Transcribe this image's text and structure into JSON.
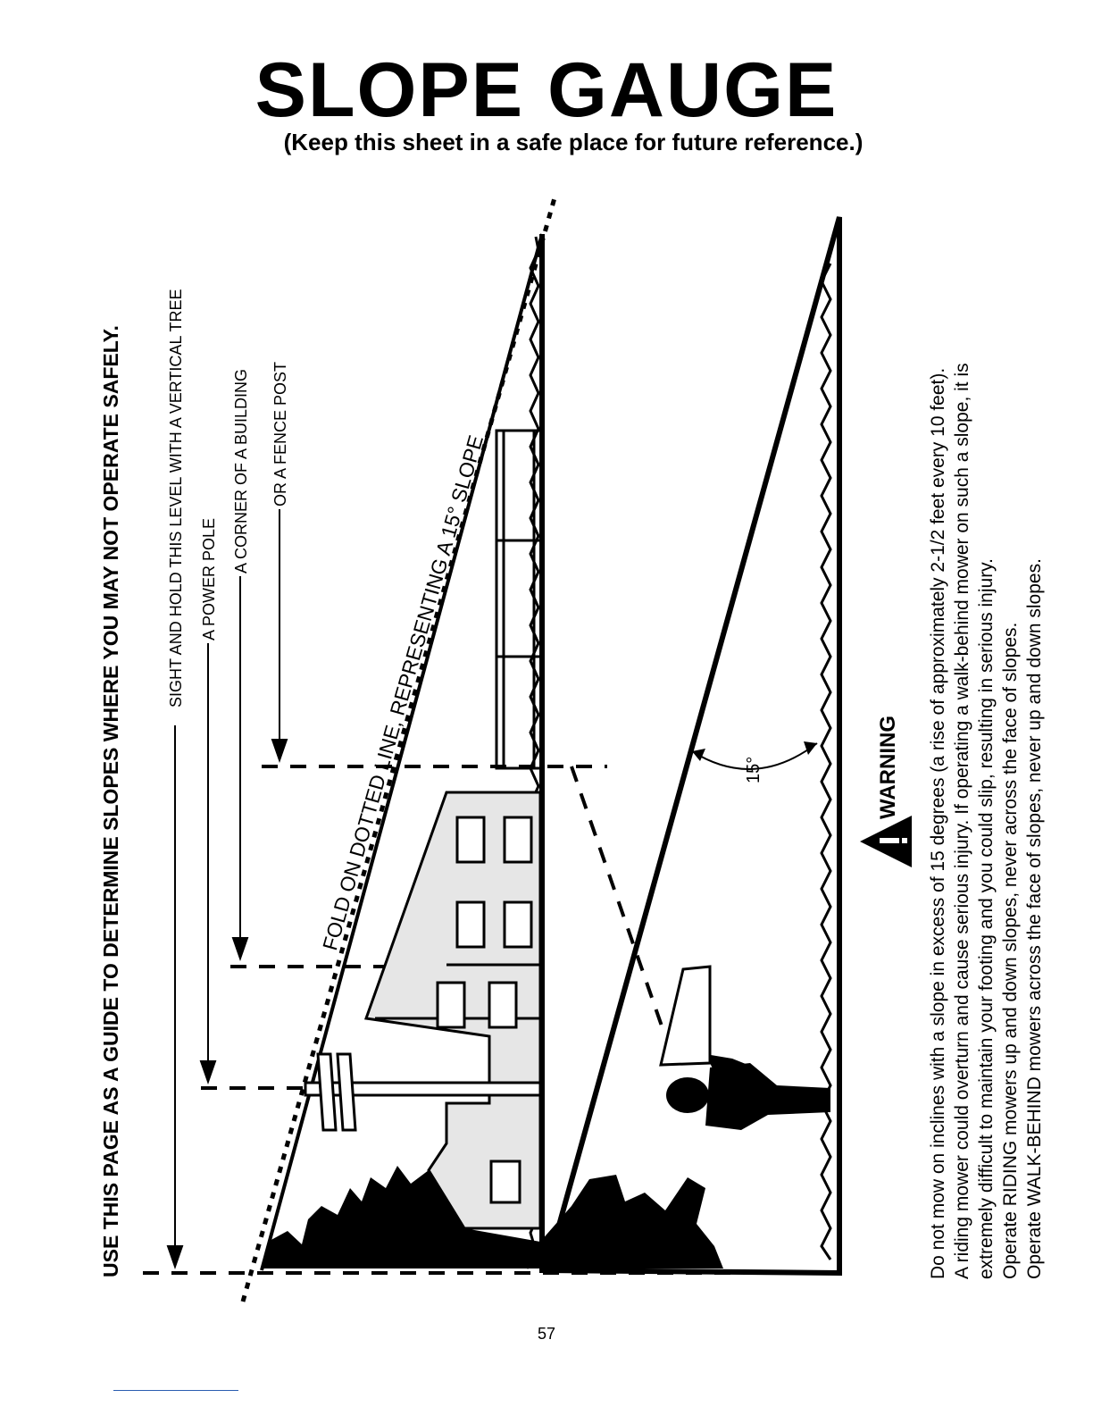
{
  "title": "SLOPE GAUGE",
  "subtitle": "(Keep this sheet in a safe place for future reference.)",
  "guide_text": "USE THIS PAGE AS A GUIDE TO DETERMINE SLOPES WHERE YOU MAY NOT OPERATE SAFELY.",
  "sight_labels": {
    "tree": "SIGHT AND HOLD THIS LEVEL WITH A VERTICAL TREE",
    "pole": "A POWER POLE",
    "building": "A CORNER OF A BUILDING",
    "fence": "OR A FENCE POST"
  },
  "fold_text": "FOLD ON DOTTED LINE, REPRESENTING A 15° SLOPE",
  "angle_label": "15°",
  "warning": {
    "title": "WARNING",
    "lines": [
      "Do not mow on inclines with a slope in excess of 15 degrees (a rise of approximately 2-1/2 feet every 10 feet).",
      "A riding mower could overturn and cause serious injury.  If operating a walk-behind mower on such a slope, it is",
      "extremely difficult to maintain your footing and you could slip, resulting in serious injury.",
      "Operate RIDING mowers up and down slopes, never across the face of slopes.",
      "Operate WALK-BEHIND mowers across the face of slopes, never up and down slopes."
    ]
  },
  "page_number": "57",
  "icons": {
    "warning": "warning-triangle-icon"
  }
}
